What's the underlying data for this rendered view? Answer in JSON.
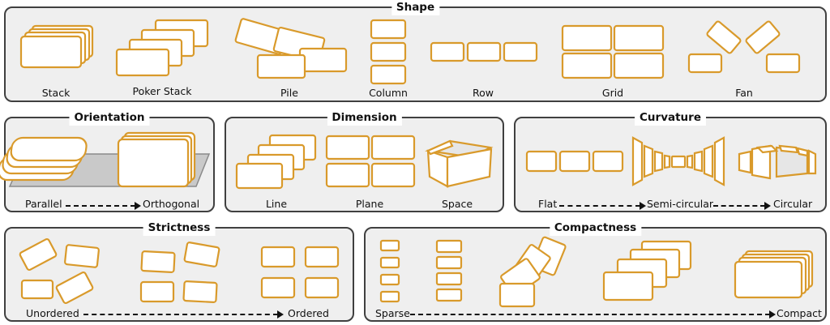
{
  "panels": {
    "shape": {
      "title": "Shape",
      "labels": [
        "Stack",
        "Poker Stack",
        "Pile",
        "Column",
        "Row",
        "Grid",
        "Fan"
      ]
    },
    "orientation": {
      "title": "Orientation",
      "from": "Parallel",
      "to": "Orthogonal"
    },
    "dimension": {
      "title": "Dimension",
      "labels": [
        "Line",
        "Plane",
        "Space"
      ]
    },
    "curvature": {
      "title": "Curvature",
      "from": "Flat",
      "middle": "Semi-circular",
      "to": "Circular"
    },
    "strictness": {
      "title": "Strictness",
      "from": "Unordered",
      "to": "Ordered"
    },
    "compactness": {
      "title": "Compactness",
      "from": "Sparse",
      "to": "Compact"
    }
  },
  "colors": {
    "card_stroke": "#d99a2b",
    "card_fill": "#ffffff",
    "panel_bg": "#efefef",
    "panel_border": "#404040"
  }
}
